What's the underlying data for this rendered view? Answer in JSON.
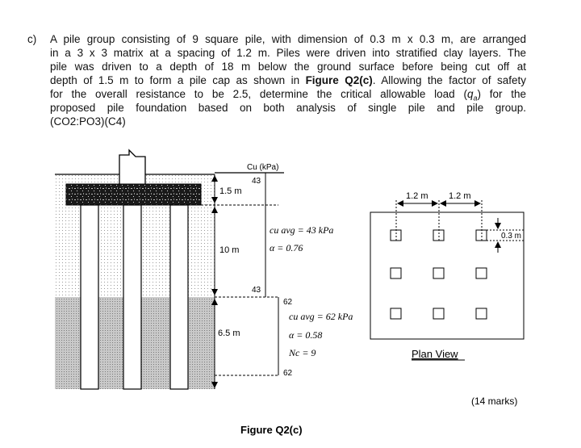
{
  "question": {
    "label": "c)",
    "lines": [
      "A pile group consisting of 9 square pile, with dimension of 0.3 m x 0.3 m, are arranged",
      "in a 3 x 3 matrix at a spacing of 1.2 m. Piles were driven into stratified clay layers. The",
      "pile was driven to a depth of 18 m below the ground surface before being cut off at"
    ],
    "line4_pre": "depth of 1.5 m to form a pile cap as shown in ",
    "line4_ref": "Figure Q2(c)",
    "line4_post": ". Allowing the factor of safety",
    "line5_pre": "for the overall resistance to be 2.5, determine the critical allowable load (",
    "line5_sym": "q",
    "line5_sub": "a",
    "line5_post": ") for the",
    "line6": "proposed pile foundation based on both analysis of single pile and pile group.",
    "line7": "(CO2:PO3)(C4)"
  },
  "section": {
    "cu_header": "Cu (kPa)",
    "top_value": "43",
    "layer1_mid_value": "43",
    "layer2_top_value": "62",
    "layer2_bottom_value": "62",
    "dim_cap": "1.5 m",
    "dim_layer1": "10 m",
    "dim_layer2": "6.5 m",
    "layer1_cu": "cu avg = 43 kPa",
    "layer1_alpha": "α = 0.76",
    "layer2_cu": "cu avg = 62 kPa",
    "layer2_alpha": "α = 0.58",
    "layer2_nc": "Nc = 9"
  },
  "plan": {
    "spacing1": "1.2 m",
    "spacing2": "1.2 m",
    "pile_size": "0.3 m",
    "title": "Plan View"
  },
  "marks": "(14 marks)",
  "figure_caption": "Figure Q2(c)"
}
